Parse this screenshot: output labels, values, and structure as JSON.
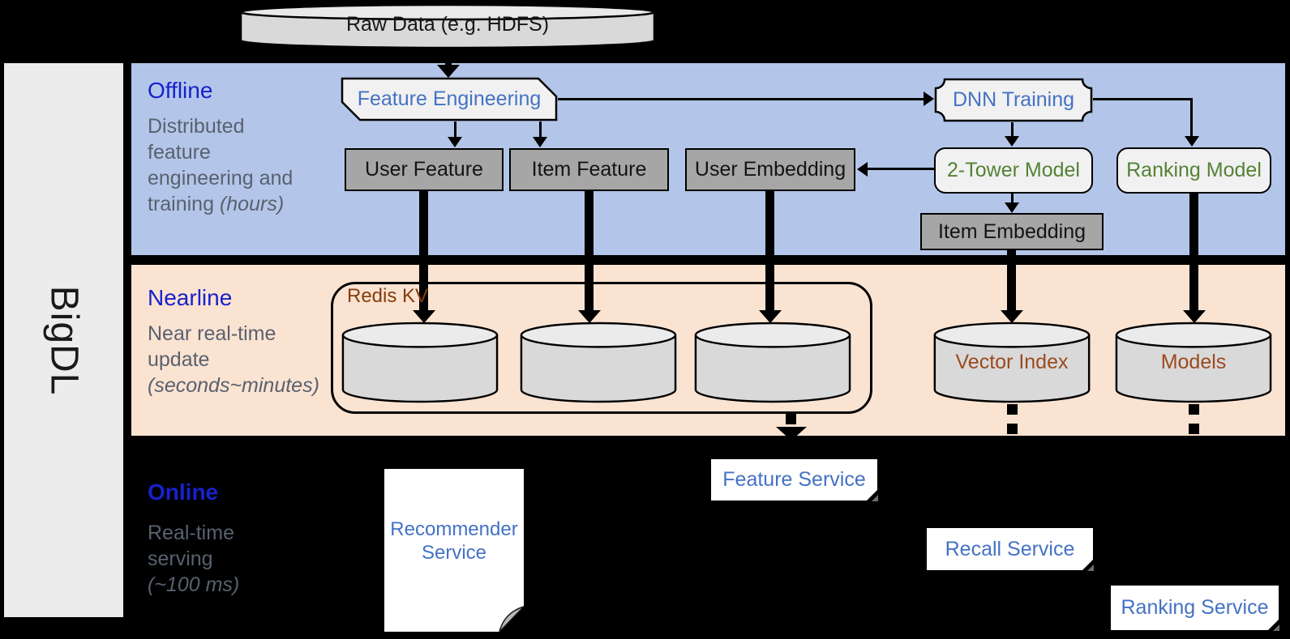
{
  "brand": "BigDL",
  "raw_data_label": "Raw Data (e.g. HDFS)",
  "offline": {
    "title": "Offline",
    "desc1": "Distributed",
    "desc2": "feature",
    "desc3": "engineering and",
    "desc4": "training",
    "desc4_italic": "(hours)",
    "feature_engineering": "Feature Engineering",
    "dnn_training": "DNN Training",
    "user_feature": "User Feature",
    "item_feature": "Item Feature",
    "user_embedding": "User Embedding",
    "two_tower_model": "2-Tower Model",
    "ranking_model": "Ranking Model",
    "item_embedding": "Item Embedding"
  },
  "nearline": {
    "title": "Nearline",
    "desc1": "Near real-time",
    "desc2": "update",
    "desc3_italic": "(seconds~minutes)",
    "redis_kv": "Redis KV",
    "vector_index": "Vector Index",
    "models": "Models"
  },
  "online": {
    "title": "Online",
    "desc1": "Real-time",
    "desc2": "serving",
    "desc3_italic": "(~100 ms)",
    "recommender_service": "Recommender Service",
    "feature_service": "Feature Service",
    "recall_service": "Recall Service",
    "ranking_service": "Ranking Service"
  },
  "colors": {
    "offline_band": "#b3c6e9",
    "nearline_band": "#fbe3d2",
    "section_title_blue": "#1722cb",
    "description_gray": "#59616f",
    "box_label_blue": "#4472c4",
    "model_label_green": "#548235",
    "storage_label_brown": "#9c4a1e",
    "redis_label_brown": "#843c0c",
    "gray_box_fill": "#a6a6a6",
    "light_box_fill": "#f1f1f1",
    "cylinder_fill": "#d9d9d9",
    "background": "#000000"
  }
}
